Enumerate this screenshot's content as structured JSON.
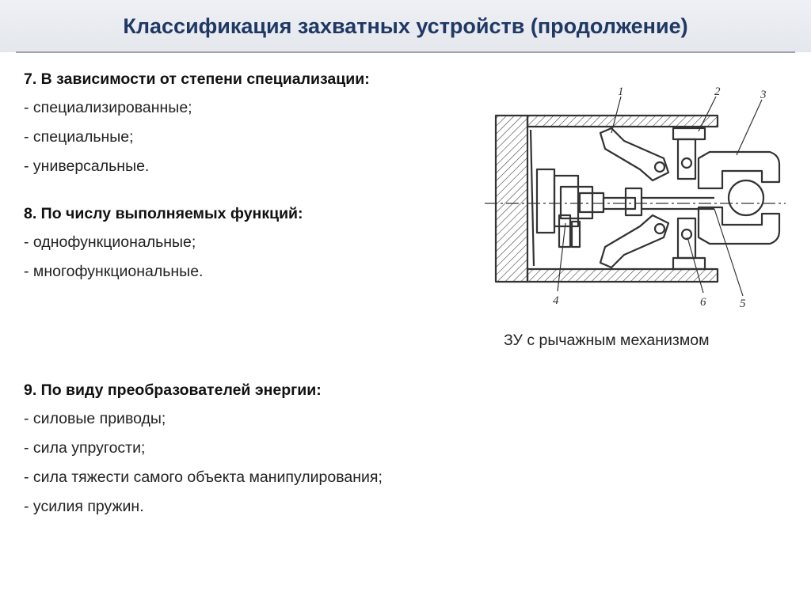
{
  "header": {
    "title": "Классификация захватных устройств (продолжение)"
  },
  "sections": [
    {
      "heading": "7. В зависимости от степени специализации:",
      "items": [
        "специализированные;",
        "специальные;",
        "универсальные."
      ]
    },
    {
      "heading": "8. По числу выполняемых функций:",
      "items": [
        "однофункциональные;",
        "многофункциональные."
      ]
    },
    {
      "heading": "9. По виду преобразователей энергии:",
      "items": [
        "силовые приводы;",
        "сила упругости;",
        "сила тяжести самого объекта манипулирования;",
        "усилия пружин."
      ]
    }
  ],
  "figure": {
    "caption": "ЗУ с рычажным механизмом",
    "labels": [
      "1",
      "2",
      "3",
      "4",
      "5",
      "6"
    ]
  }
}
